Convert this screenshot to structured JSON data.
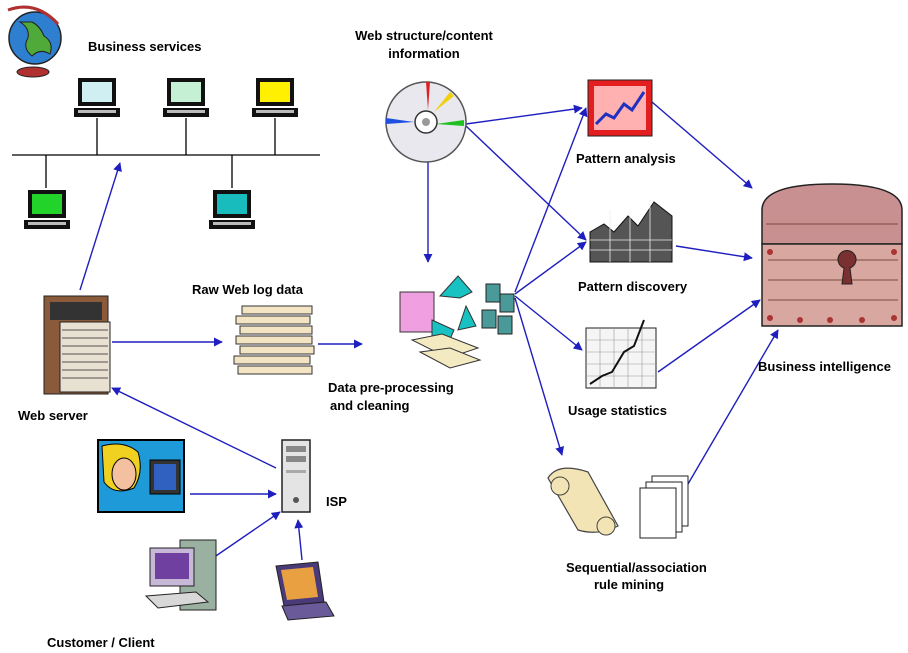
{
  "labels": {
    "business_services": "Business services",
    "web_structure_line1": "Web structure/content",
    "web_structure_line2": "information",
    "raw_web_log": "Raw Web log data",
    "web_server": "Web server",
    "data_preprocessing_line1": "Data pre-processing",
    "data_preprocessing_line2": "and cleaning",
    "pattern_analysis": "Pattern analysis",
    "pattern_discovery": "Pattern discovery",
    "usage_statistics": "Usage statistics",
    "sequential_line1": "Sequential/association",
    "sequential_line2": "rule mining",
    "business_intelligence": "Business intelligence",
    "isp": "ISP",
    "customer_client": "Customer / Client"
  },
  "colors": {
    "arrow": "#1f1fbf",
    "network_line": "#000000"
  },
  "icons": [
    "globe-icon",
    "computer-icon",
    "cd-disc-icon",
    "chart-icon",
    "web-server-icon",
    "document-stack-icon",
    "recycle-icon",
    "woman-at-computer-icon",
    "isp-tower-icon",
    "desktop-pc-icon",
    "laptop-icon",
    "scroll-icon",
    "pages-icon",
    "treasure-chest-icon"
  ]
}
